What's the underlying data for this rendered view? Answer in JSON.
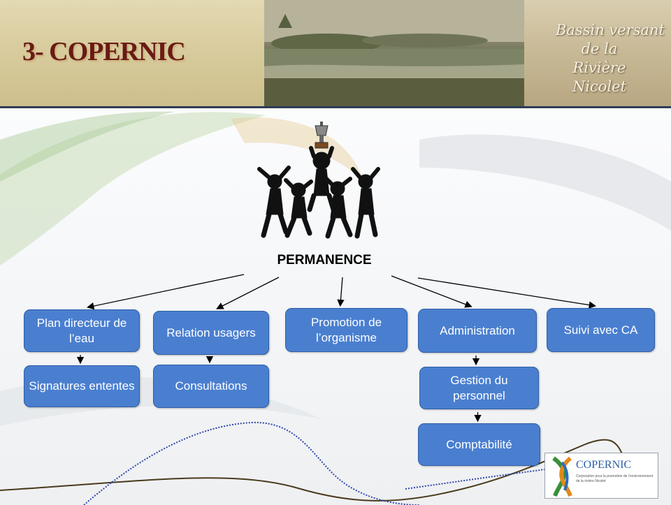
{
  "header": {
    "title": "3- COPERNIC",
    "basin_lines": [
      "Bassin versant",
      "de la",
      "Rivière",
      "Nicolet"
    ]
  },
  "diagram": {
    "root": "PERMANENCE",
    "nodes": [
      {
        "id": "plan",
        "label": "Plan directeur de l’eau"
      },
      {
        "id": "relation",
        "label": "Relation usagers"
      },
      {
        "id": "promotion",
        "label": "Promotion de l’organisme"
      },
      {
        "id": "admin",
        "label": "Administration"
      },
      {
        "id": "suivi",
        "label": "Suivi avec CA"
      },
      {
        "id": "signatures",
        "label": "Signatures ententes"
      },
      {
        "id": "consultations",
        "label": "Consultations"
      },
      {
        "id": "gestion",
        "label": "Gestion du personnel"
      },
      {
        "id": "comptabilite",
        "label": "Comptabilité"
      }
    ],
    "edges": [
      {
        "from": "PERMANENCE",
        "to": "plan"
      },
      {
        "from": "PERMANENCE",
        "to": "relation"
      },
      {
        "from": "PERMANENCE",
        "to": "promotion"
      },
      {
        "from": "PERMANENCE",
        "to": "admin"
      },
      {
        "from": "PERMANENCE",
        "to": "suivi"
      },
      {
        "from": "plan",
        "to": "signatures"
      },
      {
        "from": "relation",
        "to": "consultations"
      },
      {
        "from": "admin",
        "to": "gestion"
      },
      {
        "from": "gestion",
        "to": "comptabilite"
      }
    ]
  },
  "logo": {
    "name": "COPERNIC",
    "tagline": "Corporation pour la promotion de l’environnement de la rivière Nicolet"
  },
  "colors": {
    "node_fill": "#4a7fd0",
    "title_color": "#6a1a14",
    "header_line": "#2f3b56"
  }
}
